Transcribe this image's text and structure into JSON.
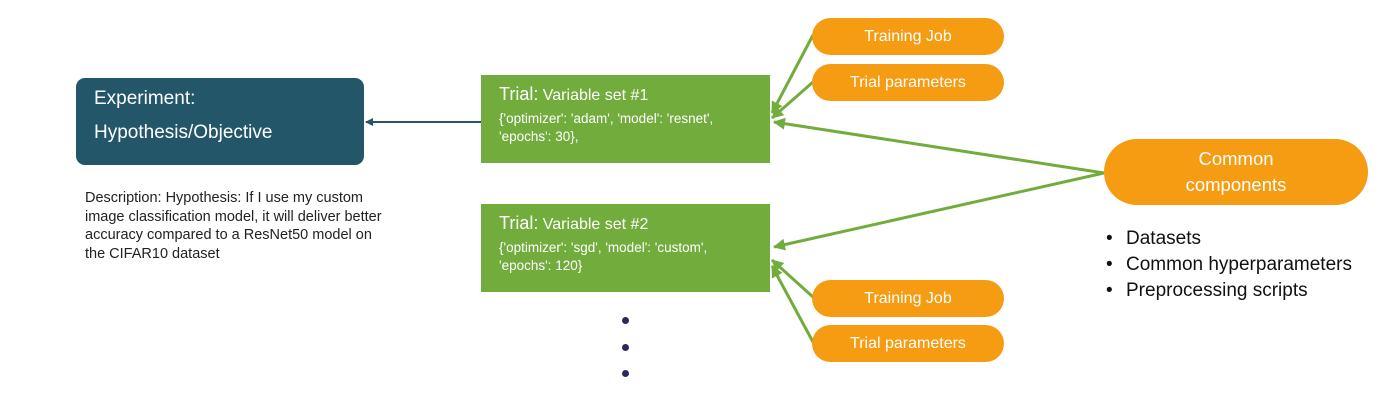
{
  "experiment": {
    "line1": "Experiment:",
    "line2": "Hypothesis/Objective",
    "description": "Description: Hypothesis: If I use my custom image classification model, it will deliver better accuracy compared to a ResNet50 model on the CIFAR10 dataset"
  },
  "trials": [
    {
      "label": "Trial:",
      "name": "Variable set #1",
      "params": "{'optimizer': 'adam', 'model': 'resnet', 'epochs': 30},"
    },
    {
      "label": "Trial:",
      "name": "Variable set #2",
      "params": "{'optimizer': 'sgd', 'model': 'custom', 'epochs': 120}"
    }
  ],
  "components": {
    "training_job": "Training Job",
    "trial_parameters": "Trial parameters"
  },
  "common": {
    "line1": "Common",
    "line2": "components",
    "items": [
      "Datasets",
      "Common hyperparameters",
      "Preprocessing scripts"
    ],
    "bullet": "•"
  },
  "colors": {
    "experiment": "#24566a",
    "trial": "#72ac3c",
    "accent": "#f59c13",
    "arrow_dark": "#24566a",
    "arrow_green": "#72ac3c"
  }
}
